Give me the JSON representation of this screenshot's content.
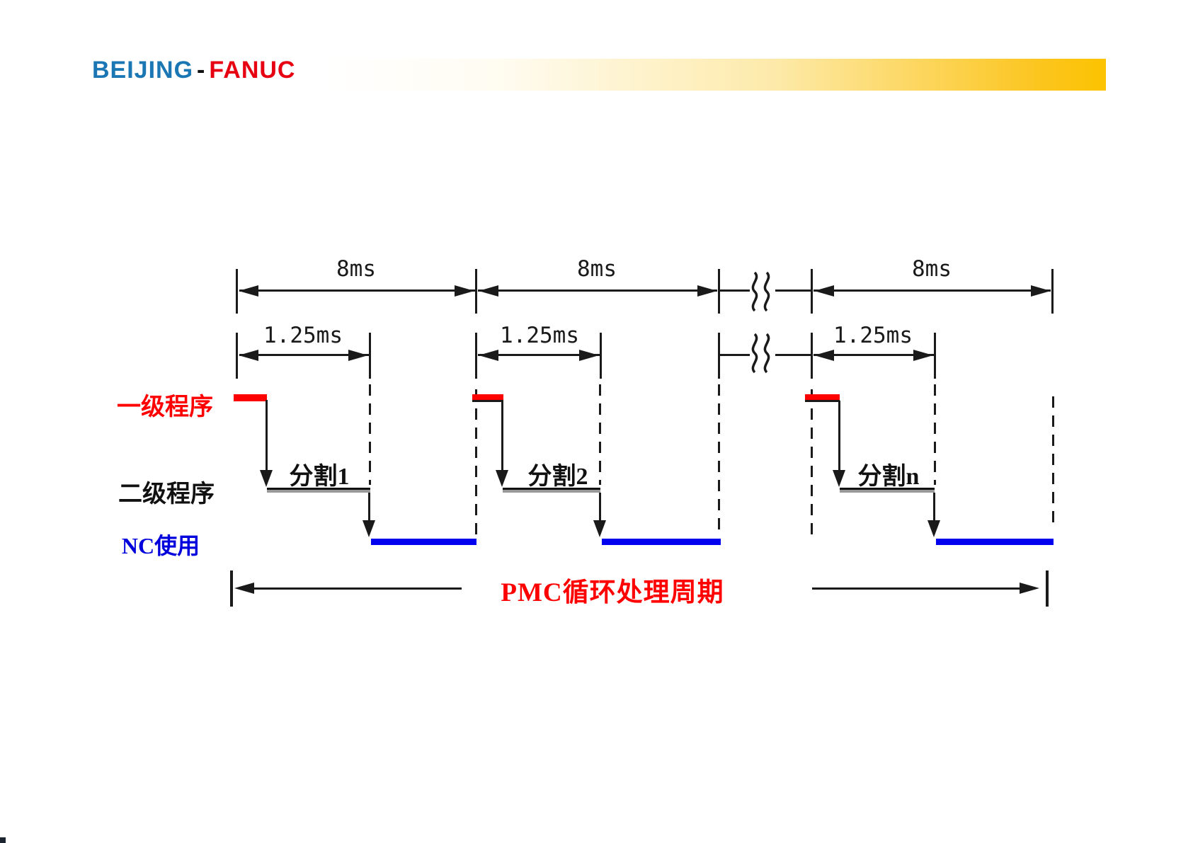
{
  "header": {
    "logo": {
      "beijing": "BEIJING",
      "dash": "-",
      "fanuc": "FANUC"
    }
  },
  "colors": {
    "logo-blue": "#1b77b4",
    "logo-red": "#e60012",
    "bar-yellow": "#fcc41c",
    "line-black": "#1a1a1a",
    "trace-red": "#ff0000",
    "trace-gray": "#999999",
    "trace-blue": "#0000ee",
    "label-red": "#ff0000",
    "label-blue": "#0000dd",
    "label-black": "#111111"
  },
  "diagram": {
    "dim_8ms": [
      "8ms",
      "8ms",
      "8ms"
    ],
    "dim_125ms": [
      "1.25ms",
      "1.25ms",
      "1.25ms"
    ],
    "row_labels": {
      "level1": "一级程序",
      "level2": "二级程序",
      "nc": "NC使用"
    },
    "segments": [
      "分割1",
      "分割2",
      "分割n"
    ],
    "cycle_label": "PMC循环处理周期"
  }
}
